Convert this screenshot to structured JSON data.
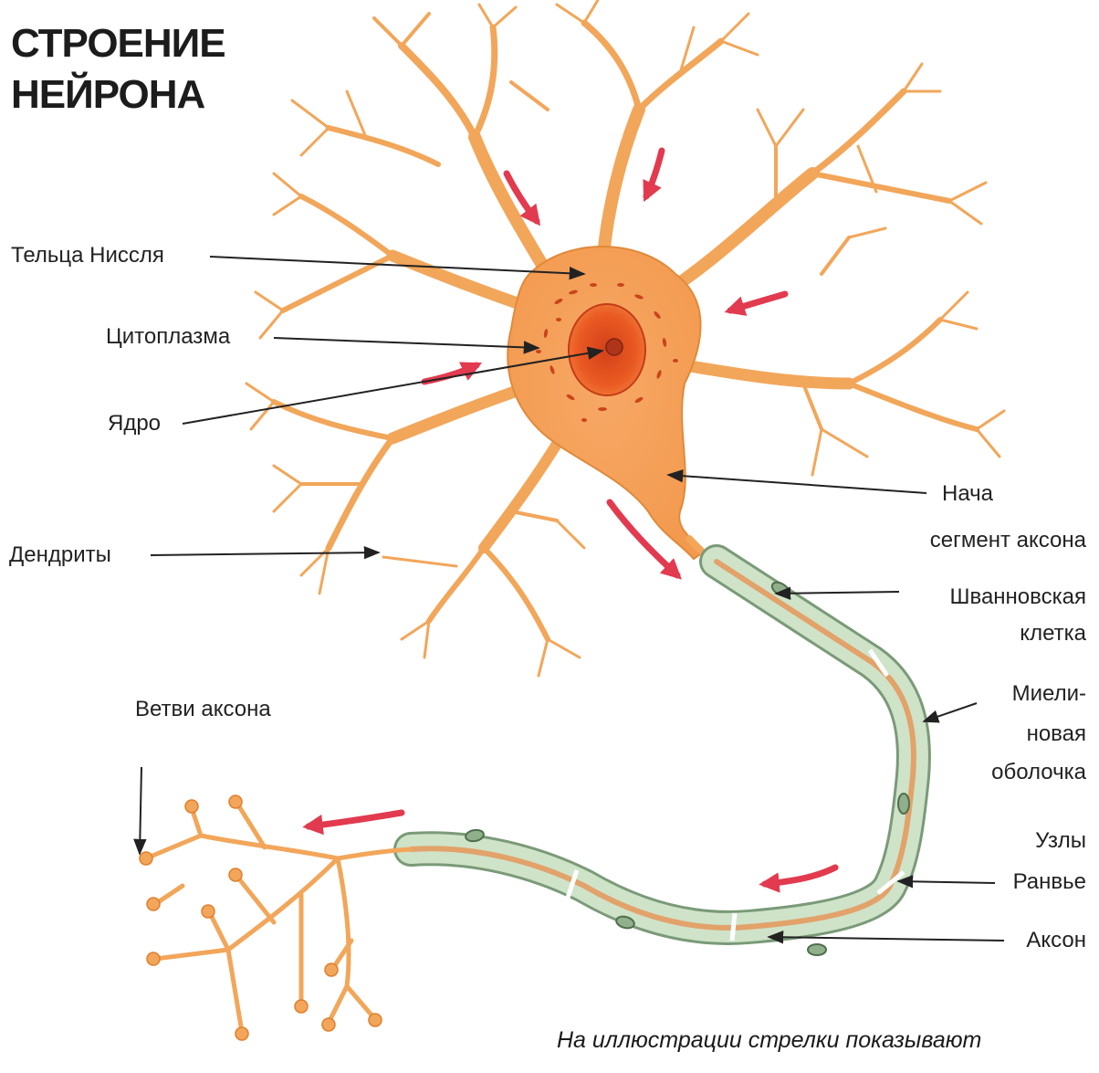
{
  "title": {
    "line1": "СТРОЕНИЕ",
    "line2": "НЕЙРОНА"
  },
  "labels": {
    "nissl": "Тельца Ниссля",
    "cytoplasm": "Цитоплазма",
    "nucleus": "Ядро",
    "dendrites": "Дендриты",
    "axon_branches": "Ветви аксона",
    "initial_segment_line1": "Нача",
    "initial_segment_line2": "сегмент аксона",
    "schwann_line1": "Шванновская",
    "schwann_line2": "клетка",
    "myelin_line1": "Миели-",
    "myelin_line2": "новая",
    "myelin_line3": "оболочка",
    "ranvier_line1": "Узлы",
    "ranvier_line2": "Ранвье",
    "axon": "Аксон"
  },
  "note": "На иллюстрации стрелки показывают",
  "colors": {
    "neuron": "#f2a65a",
    "neuron_edge": "#e07f2e",
    "nucleus": "#e8541f",
    "myelin": "#cfe3c9",
    "myelin_edge": "#7a9a78",
    "flow_arrow": "#e23a4e",
    "pointer": "#222222"
  }
}
